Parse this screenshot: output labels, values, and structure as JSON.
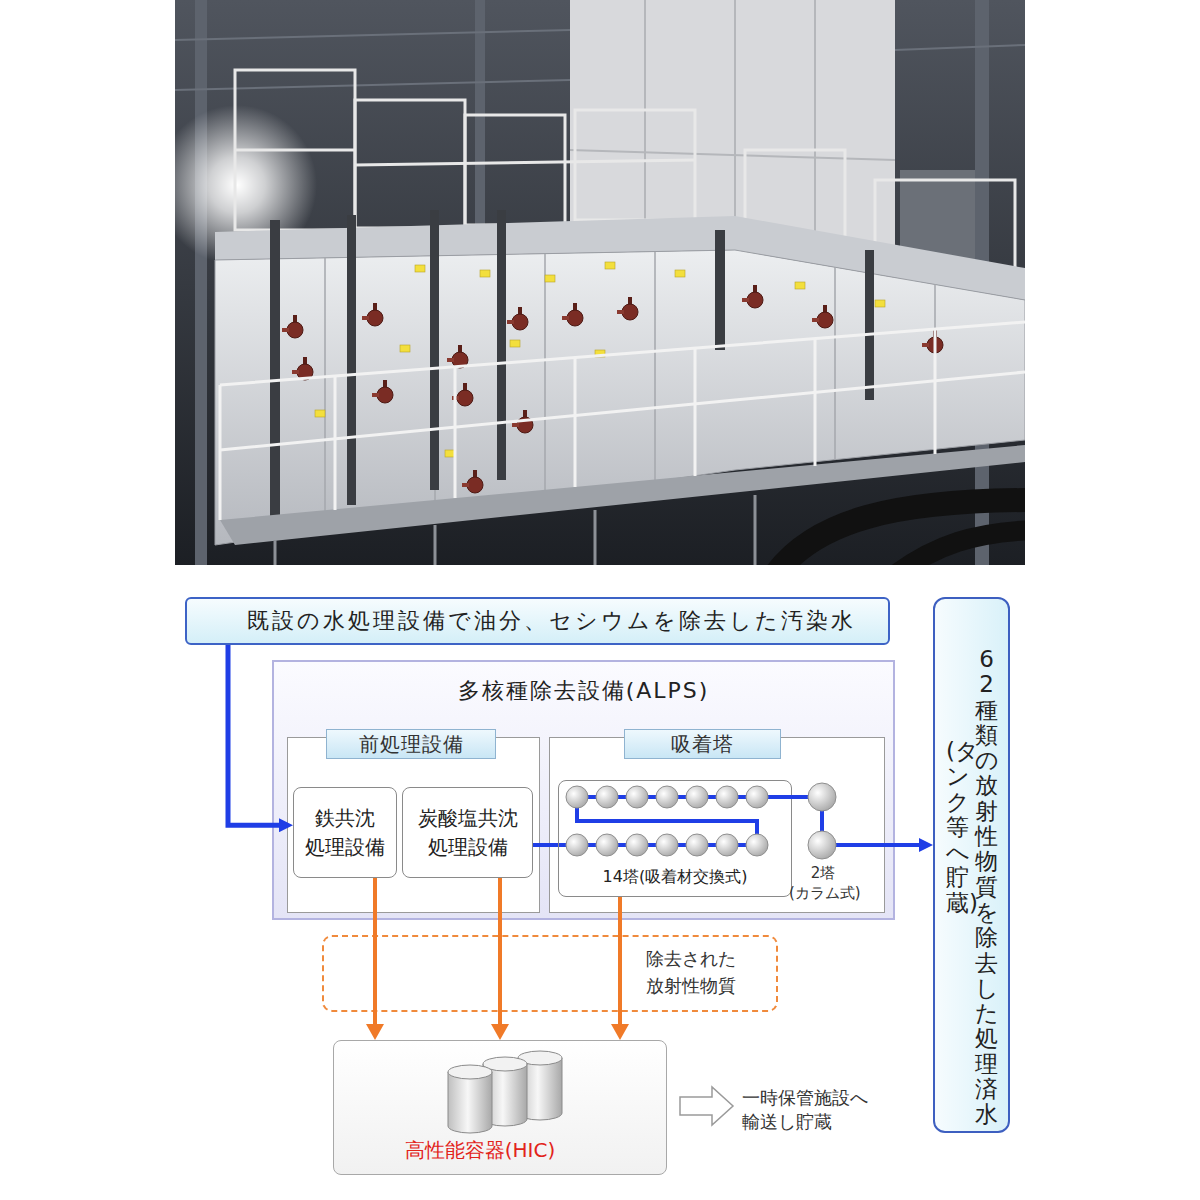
{
  "diagram": {
    "nodes": [
      {
        "text": [
          "既設の水処理設備で油分、セシウムを除去した汚染水"
        ]
      },
      {
        "text": [
          "多核種除去設備(ALPS)"
        ]
      },
      {
        "text": [
          "前処理設備"
        ],
        "in": 1
      },
      {
        "text": [
          "鉄共沈 処理設備"
        ],
        "in": 2
      },
      {
        "text": [
          "炭酸塩共沈 処理設備"
        ],
        "in": 2
      },
      {
        "text": [
          "吸着塔"
        ],
        "in": 1
      },
      {
        "text": [
          "14塔(吸着材交換式)"
        ],
        "in": 5
      },
      {
        "text": [
          "62種類の放射性物質を除去した処理済水",
          "(タンク等へ貯蔵)"
        ]
      },
      {
        "text": [
          "除去された 放射性物質"
        ]
      },
      {
        "text": [
          "高性能容器(HIC)"
        ]
      }
    ],
    "edges": [
      {
        "from": 0,
        "to": 3,
        "arrow": "to"
      },
      {
        "from": 4,
        "to": 6,
        "arrow": "none"
      },
      {
        "from": 6,
        "to": 7,
        "arrow": "to"
      },
      {
        "from": 3,
        "to": 9,
        "arrow": "to"
      },
      {
        "from": 4,
        "to": 9,
        "arrow": "to"
      },
      {
        "from": 6,
        "to": 9,
        "arrow": "to"
      }
    ],
    "labels": [
      "2塔 (カラム式)",
      "一時保管施設へ 輸送し貯蔵"
    ]
  }
}
